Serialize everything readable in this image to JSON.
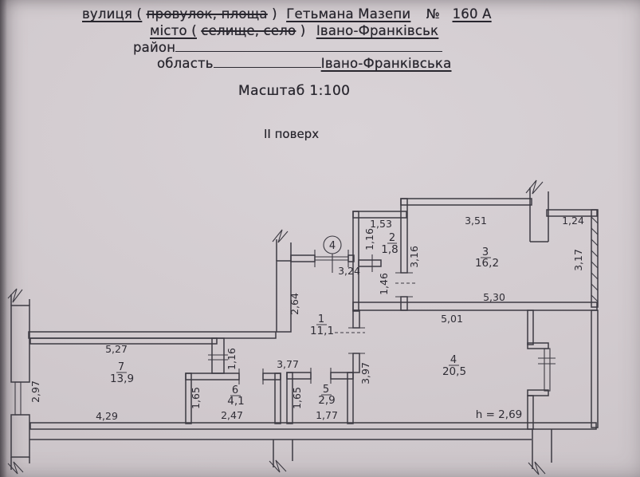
{
  "header": {
    "street_label": "вулиця (",
    "street_struck": "провулок, площа",
    "street_label_close": ")",
    "street_value": "Гетьмана Мазепи",
    "number_label": "№",
    "number_value": "160 А",
    "city_label": "місто (",
    "city_struck": "селище, село",
    "city_label_close": ")",
    "city_value": "Івано-Франківськ",
    "district_label": "район",
    "region_label": "область",
    "region_value": "Івано-Франківська",
    "scale": "Масштаб 1:100",
    "floor": "ІІ поверх"
  },
  "plan": {
    "entrance_door_label": "4",
    "ceiling_height": "h = 2,69",
    "rooms": [
      {
        "number": "1",
        "area": "11,1"
      },
      {
        "number": "2",
        "area": "1,8"
      },
      {
        "number": "3",
        "area": "16,2"
      },
      {
        "number": "4",
        "area": "20,5"
      },
      {
        "number": "5",
        "area": "2,9"
      },
      {
        "number": "6",
        "area": "4,1"
      },
      {
        "number": "7",
        "area": "13,9"
      }
    ],
    "dims": {
      "room2_w": "1,53",
      "room2_h": "1,16",
      "room3_w": "3,51",
      "room3_h": "3,16",
      "room3_s": "5,30",
      "niche_w": "1,24",
      "niche_h": "3,17",
      "entry_w": "3,24",
      "hall_h": "2,64",
      "pass_h": "1,46",
      "room4_w": "5,01",
      "room4_h": "3,97",
      "room7_n": "5,27",
      "room7_s": "4,29",
      "room7_h": "2,97",
      "hall_w": "3,77",
      "duct_h": "1,16",
      "room6_w": "2,47",
      "room6_h": "1,65",
      "room5_w": "1,77",
      "room5_h": "1,65"
    }
  }
}
